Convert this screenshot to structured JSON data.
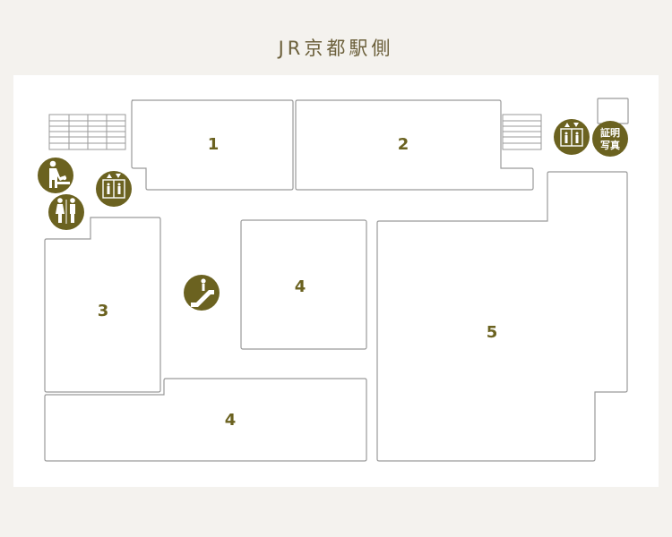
{
  "header": {
    "title": "JR京都駅側"
  },
  "rooms": [
    {
      "id": "1",
      "label": "1"
    },
    {
      "id": "2",
      "label": "2"
    },
    {
      "id": "3",
      "label": "3"
    },
    {
      "id": "4a",
      "label": "4"
    },
    {
      "id": "4b",
      "label": "4"
    },
    {
      "id": "5",
      "label": "5"
    }
  ],
  "facilities": {
    "photo_booth": {
      "line1": "証明",
      "line2": "写真",
      "icon": "id-photo-booth-icon"
    },
    "baby_care": {
      "icon": "baby-changing-icon"
    },
    "restroom": {
      "icon": "restroom-icon"
    },
    "elevator_left": {
      "icon": "elevator-icon"
    },
    "elevator_right": {
      "icon": "elevator-icon"
    },
    "escalator": {
      "icon": "escalator-icon"
    },
    "stairs": {
      "icon": "stairs-icon"
    }
  },
  "colors": {
    "accent": "#6b6220",
    "title": "#6b5f3a",
    "background": "#f4f2ee",
    "panel": "#ffffff",
    "wall": "#9a9a9a"
  }
}
